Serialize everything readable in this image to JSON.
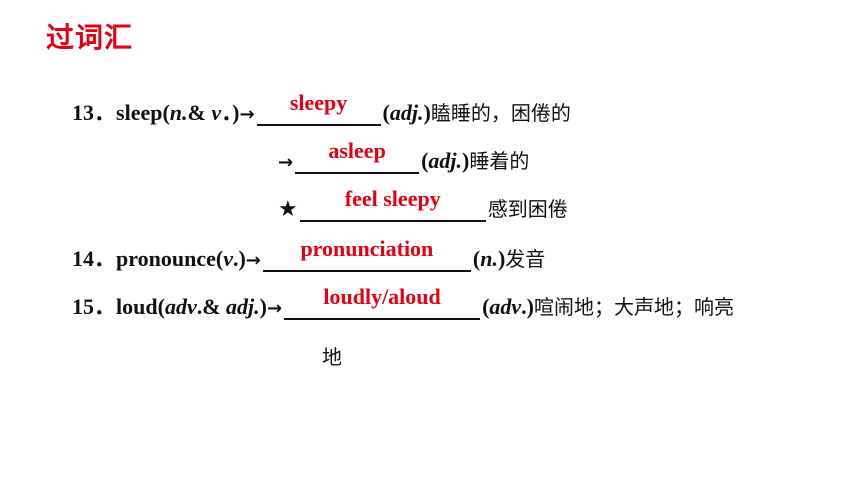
{
  "title": "过词汇",
  "items": [
    {
      "num": "13．",
      "word": "sleep(",
      "pos_it": "n.",
      "pos_rest": "& ",
      "pos_it2": "v",
      "pos_end": "．)",
      "arrow": "→",
      "answer": "sleepy",
      "tail_open": "(",
      "tail_it": "adj.",
      "tail_close": ")",
      "tail_cn": "瞌睡的，困倦的"
    },
    {
      "arrow": "→",
      "answer": "asleep",
      "tail_open": "(",
      "tail_it": "adj.",
      "tail_close": ")",
      "tail_cn": "睡着的"
    },
    {
      "star": "★",
      "answer": "feel sleepy",
      "tail_cn": "感到困倦"
    },
    {
      "num": "14．",
      "word": "pronounce(",
      "pos_it": "v",
      "pos_end": ".)",
      "arrow": "→",
      "answer": "pronunciation",
      "tail_open": "(",
      "tail_it": "n.",
      "tail_close": ")",
      "tail_cn": "发音"
    },
    {
      "num": "15．",
      "word": "loud(",
      "pos_it": "adv",
      "pos_rest": ".& ",
      "pos_it2": "adj.",
      "pos_end": ")",
      "arrow": "→",
      "answer": "loudly/aloud",
      "tail_open": "(",
      "tail_it": "adv",
      "tail_close": ".)",
      "tail_cn": "喧闹地；大声地；响亮",
      "wrap_cn": "地"
    }
  ],
  "colors": {
    "accent": "#e60012",
    "text": "#111111"
  }
}
